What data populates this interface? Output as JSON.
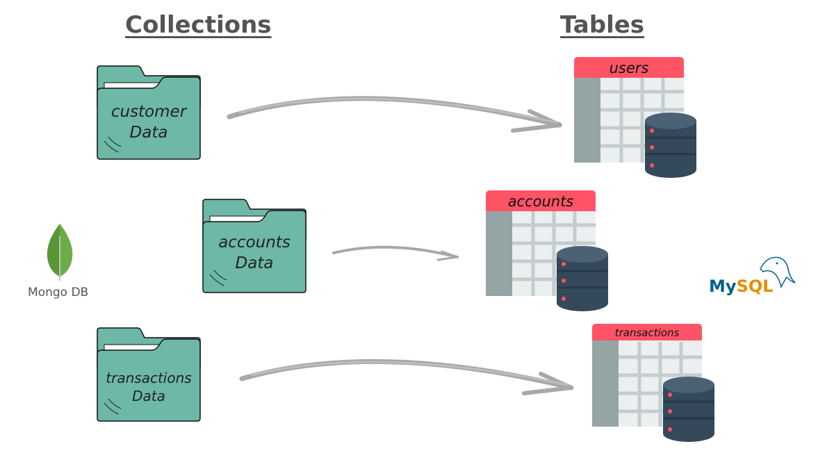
{
  "headings": {
    "collections": "Collections",
    "tables": "Tables"
  },
  "collections": [
    {
      "line1": "customer",
      "line2": "Data"
    },
    {
      "line1": "accounts",
      "line2": "Data"
    },
    {
      "line1": "transactions",
      "line2": "Data"
    }
  ],
  "tables": [
    "users",
    "accounts",
    "transactions"
  ],
  "logos": {
    "mongo_label": "Mongo DB",
    "mysql_my": "My",
    "mysql_sql": "SQL"
  },
  "colors": {
    "folder": "#6DB8A6",
    "table_header": "#FF5466",
    "table_cell": "#ECEFF0",
    "table_side": "#95A5A6",
    "cylinder": "#3E5566",
    "arrow": "#A8A8A8",
    "heading": "#545454"
  }
}
